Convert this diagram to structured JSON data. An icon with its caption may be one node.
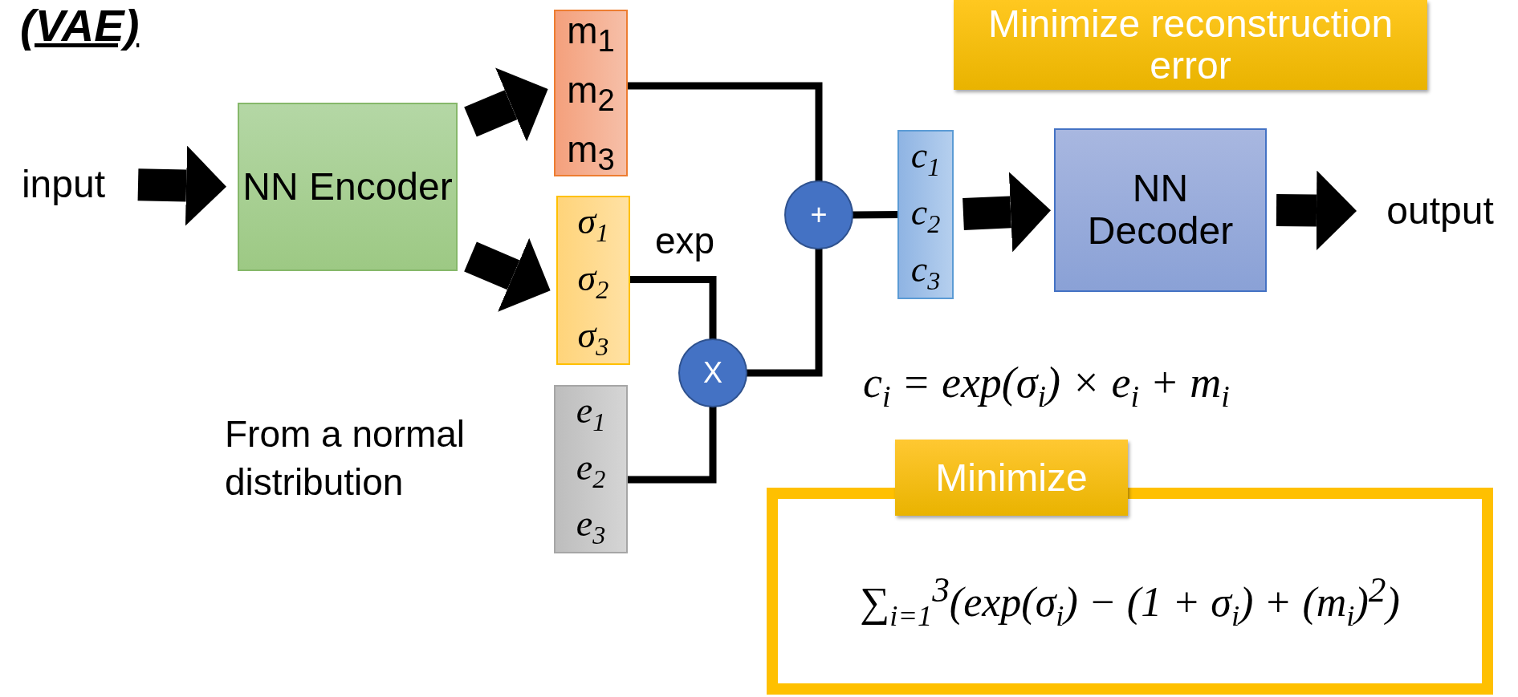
{
  "diagram": {
    "title": "(VAE)",
    "nodes": [
      {
        "text": [
          "input"
        ]
      },
      {
        "text": [
          "NN Encoder"
        ]
      },
      {
        "text": [
          "m$_{1}$",
          "m$_{2}$",
          "m$_{3}$"
        ]
      },
      {
        "text": [
          "σ$_{1}$",
          "σ$_{2}$",
          "σ$_{3}$"
        ]
      },
      {
        "text": [
          "e$_{1}$",
          "e$_{2}$",
          "e$_{3}$"
        ],
        "beside": [
          "From a normal distribution"
        ]
      },
      {
        "text": [
          "X"
        ]
      },
      {
        "text": [
          "+"
        ]
      },
      {
        "text": [
          "c$_{1}$",
          "c$_{2}$",
          "c$_{3}$"
        ]
      },
      {
        "text": [
          "NN Decoder"
        ]
      },
      {
        "text": [
          "output"
        ]
      },
      {
        "text": [
          "Minimize",
          "∑$_{i=1}$$^{3}$(exp(σ$_{i}$) − (1 + σ$_{i}$) + (m$_{i}$)$^{2}$)"
        ]
      },
      {
        "text": [
          "Minimize reconstruction error"
        ]
      }
    ],
    "edges": [
      {
        "from": 0,
        "to": 1,
        "arrow": "to",
        "style": "thick"
      },
      {
        "from": 1,
        "to": 2,
        "arrow": "to",
        "style": "thick"
      },
      {
        "from": 1,
        "to": 3,
        "arrow": "to",
        "style": "thick"
      },
      {
        "from": 2,
        "to": 6,
        "arrow": "none"
      },
      {
        "from": 3,
        "to": 5,
        "arrow": "none",
        "label": "exp"
      },
      {
        "from": 4,
        "to": 5,
        "arrow": "none"
      },
      {
        "from": 5,
        "to": 6,
        "arrow": "none"
      },
      {
        "from": 6,
        "to": 7,
        "arrow": "none"
      },
      {
        "from": 7,
        "to": 8,
        "arrow": "to",
        "style": "thick"
      },
      {
        "from": 8,
        "to": 9,
        "arrow": "to",
        "style": "thick"
      }
    ],
    "labels": [
      "c$_{i}$ = exp(σ$_{i}$) × e$_{i}$ + m$_{i}$"
    ]
  }
}
